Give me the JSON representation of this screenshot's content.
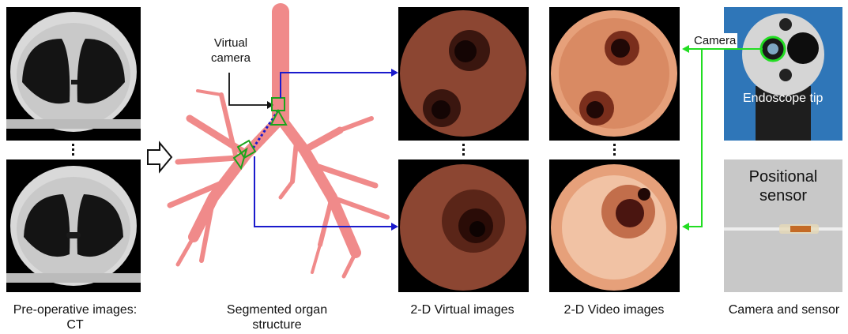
{
  "captions": {
    "ct": "Pre-operative images: CT",
    "organ": "Segmented organ structure",
    "virtual": "2-D Virtual images",
    "video": "2-D Video images",
    "sensor": "Camera and sensor"
  },
  "labels": {
    "virtual_camera": "Virtual camera",
    "camera": "Camera",
    "endoscope_tip": "Endoscope tip",
    "positional_sensor": "Positional sensor"
  },
  "colors": {
    "blue_arrow": "#1a1acc",
    "green_arrow": "#22dd22",
    "organ": "#f08a8a",
    "virtual_tint": "#8c4632",
    "video_tint": "#e6a07a",
    "endoscope_bg": "#2f76b8"
  }
}
